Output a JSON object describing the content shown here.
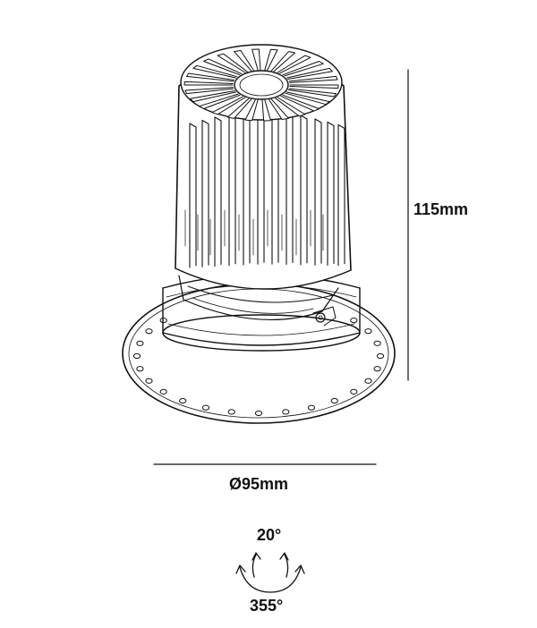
{
  "dimensions": {
    "height": "115mm",
    "diameter": "Ø95mm",
    "tilt_angle": "20°",
    "rotation_angle": "355°"
  },
  "colors": {
    "line": "#111111",
    "background": "#ffffff"
  },
  "icons": [
    "tilt-arrow-icon",
    "rotation-arrow-icon"
  ]
}
